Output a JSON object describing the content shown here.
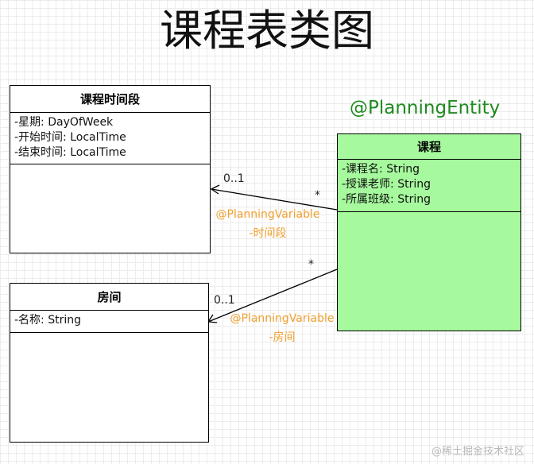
{
  "title": "课程表类图",
  "stereotype": "@PlanningEntity",
  "classes": {
    "timeslot": {
      "name": "课程时间段",
      "attributes": [
        "-星期: DayOfWeek",
        "-开始时间: LocalTime",
        "-结束时间: LocalTime"
      ]
    },
    "lesson": {
      "name": "课程",
      "attributes": [
        "-课程名: String",
        "-授课老师: String",
        "-所属班级: String"
      ]
    },
    "room": {
      "name": "房间",
      "attributes": [
        "-名称: String"
      ]
    }
  },
  "associations": {
    "lesson_timeslot": {
      "target_multiplicity": "0..1",
      "source_multiplicity": "*",
      "annotation": "@PlanningVariable",
      "label": "-时间段"
    },
    "lesson_room": {
      "target_multiplicity": "0..1",
      "source_multiplicity": "*",
      "annotation": "@PlanningVariable",
      "label": "-房间"
    }
  },
  "colors": {
    "entity_fill": "#a6fa9d",
    "stereotype_text": "#1f8a1f",
    "annotation_text": "#f0a030"
  },
  "watermark": "@稀土掘金技术社区"
}
